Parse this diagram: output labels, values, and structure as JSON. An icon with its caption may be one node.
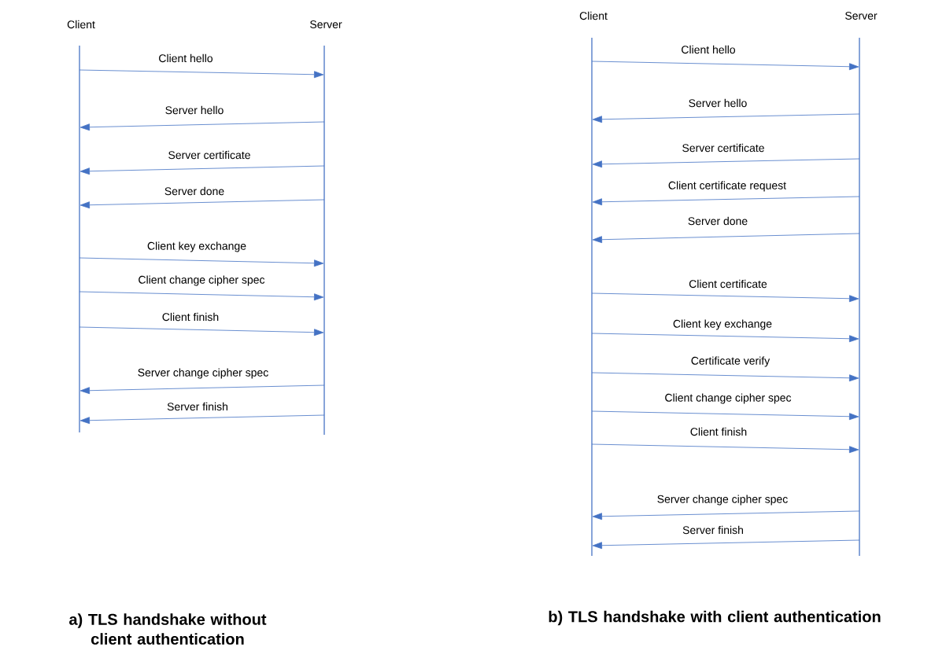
{
  "diagram": {
    "nodes": [
      {
        "text": [
          "Client"
        ]
      },
      {
        "text": [
          "Server"
        ]
      },
      {
        "text": [
          "Client"
        ]
      },
      {
        "text": [
          "Server"
        ]
      }
    ],
    "edges": [
      {
        "from": 0,
        "to": 1,
        "arrow": "to",
        "label": "Client hello"
      },
      {
        "from": 1,
        "to": 0,
        "arrow": "to",
        "label": "Server hello"
      },
      {
        "from": 1,
        "to": 0,
        "arrow": "to",
        "label": "Server certificate"
      },
      {
        "from": 1,
        "to": 0,
        "arrow": "to",
        "label": "Server done"
      },
      {
        "from": 0,
        "to": 1,
        "arrow": "to",
        "label": "Client key exchange"
      },
      {
        "from": 0,
        "to": 1,
        "arrow": "to",
        "label": "Client change cipher spec"
      },
      {
        "from": 0,
        "to": 1,
        "arrow": "to",
        "label": "Client finish"
      },
      {
        "from": 1,
        "to": 0,
        "arrow": "to",
        "label": "Server change cipher spec"
      },
      {
        "from": 1,
        "to": 0,
        "arrow": "to",
        "label": "Server finish"
      },
      {
        "from": 2,
        "to": 3,
        "arrow": "to",
        "label": "Client hello"
      },
      {
        "from": 3,
        "to": 2,
        "arrow": "to",
        "label": "Server hello"
      },
      {
        "from": 3,
        "to": 2,
        "arrow": "to",
        "label": "Server certificate"
      },
      {
        "from": 3,
        "to": 2,
        "arrow": "to",
        "label": "Client certificate request"
      },
      {
        "from": 3,
        "to": 2,
        "arrow": "to",
        "label": "Server done"
      },
      {
        "from": 2,
        "to": 3,
        "arrow": "to",
        "label": "Client certificate"
      },
      {
        "from": 2,
        "to": 3,
        "arrow": "to",
        "label": "Client key exchange"
      },
      {
        "from": 2,
        "to": 3,
        "arrow": "to",
        "label": "Certificate verify"
      },
      {
        "from": 2,
        "to": 3,
        "arrow": "to",
        "label": "Client change cipher spec"
      },
      {
        "from": 2,
        "to": 3,
        "arrow": "to",
        "label": "Client finish"
      },
      {
        "from": 3,
        "to": 2,
        "arrow": "to",
        "label": "Server change cipher spec"
      },
      {
        "from": 3,
        "to": 2,
        "arrow": "to",
        "label": "Server finish"
      }
    ],
    "labels": [
      "a) TLS handshake without client authentication",
      "b) TLS handshake with client authentication"
    ]
  }
}
